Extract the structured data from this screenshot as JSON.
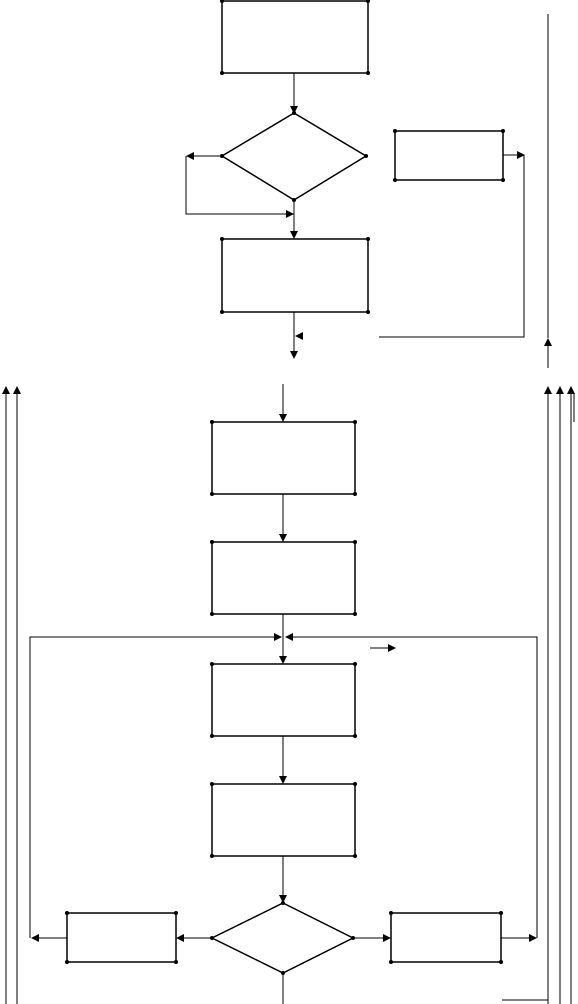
{
  "diagram": {
    "kind": "flowchart",
    "labels_visible": false,
    "nodes": [
      {
        "id": "start-process",
        "shape": "rectangle",
        "text": ""
      },
      {
        "id": "decision-top",
        "shape": "diamond",
        "text": ""
      },
      {
        "id": "side-process-right",
        "shape": "rectangle",
        "text": ""
      },
      {
        "id": "process-2",
        "shape": "rectangle",
        "text": ""
      },
      {
        "id": "process-3",
        "shape": "rectangle",
        "text": ""
      },
      {
        "id": "process-4",
        "shape": "rectangle",
        "text": ""
      },
      {
        "id": "process-5",
        "shape": "rectangle",
        "text": ""
      },
      {
        "id": "process-6",
        "shape": "rectangle",
        "text": ""
      },
      {
        "id": "decision-bottom",
        "shape": "diamond",
        "text": ""
      },
      {
        "id": "branch-left",
        "shape": "rectangle",
        "text": ""
      },
      {
        "id": "branch-right",
        "shape": "rectangle",
        "text": ""
      }
    ],
    "colors": {
      "stroke": "#000000",
      "background": "#ffffff"
    }
  }
}
